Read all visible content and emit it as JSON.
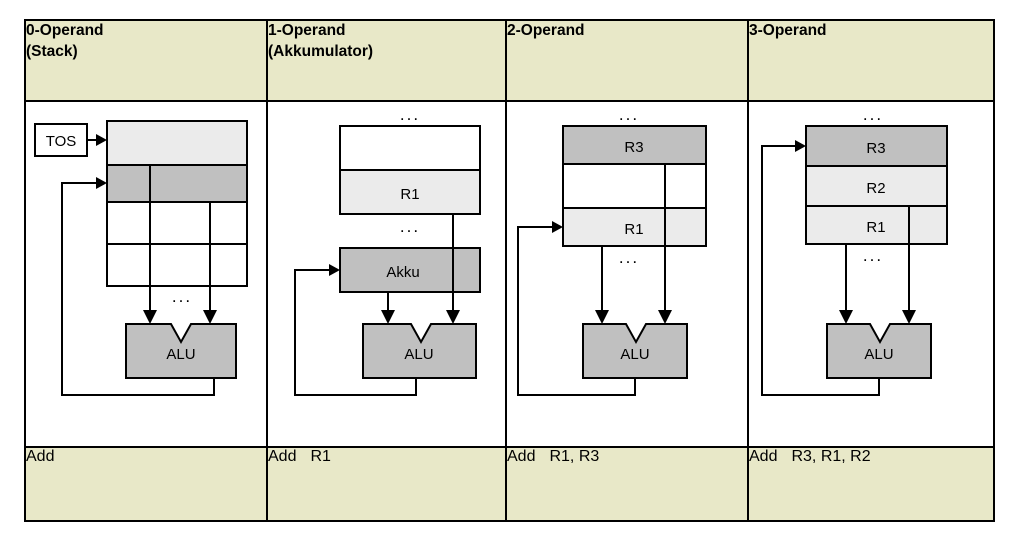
{
  "figure": {
    "title_visible": false,
    "columns": [
      {
        "id": "col-0-operand",
        "header_line1": "0-Operand",
        "header_line2": "(Stack)",
        "instruction_op": "Add",
        "instruction_args": "",
        "pointer_label": "TOS",
        "alu_label": "ALU",
        "ellipsis": "...",
        "cells": []
      },
      {
        "id": "col-1-operand",
        "header_line1": "1-Operand",
        "header_line2": "(Akkumulator)",
        "instruction_op": "Add",
        "instruction_args": "R1",
        "alu_label": "ALU",
        "accumulator_label": "Akku",
        "ellipsis": "...",
        "cells": [
          {
            "label": "",
            "shade": "white"
          },
          {
            "label": "R1",
            "shade": "light"
          }
        ]
      },
      {
        "id": "col-2-operand",
        "header_line1": "2-Operand",
        "header_line2": "",
        "instruction_op": "Add",
        "instruction_args": "R1, R3",
        "alu_label": "ALU",
        "ellipsis": "...",
        "cells": [
          {
            "label": "R3",
            "shade": "dark"
          },
          {
            "label": "",
            "shade": "white"
          },
          {
            "label": "R1",
            "shade": "light"
          }
        ]
      },
      {
        "id": "col-3-operand",
        "header_line1": "3-Operand",
        "header_line2": "",
        "instruction_op": "Add",
        "instruction_args": "R3, R1, R2",
        "alu_label": "ALU",
        "ellipsis": "...",
        "cells": [
          {
            "label": "R3",
            "shade": "dark"
          },
          {
            "label": "R2",
            "shade": "light"
          },
          {
            "label": "R1",
            "shade": "light"
          }
        ]
      }
    ],
    "colors": {
      "header_band": "#e8e8c8",
      "shade_dark": "#c0c0c0",
      "shade_light": "#ebebeb",
      "shade_white": "#ffffff",
      "stroke": "#000000",
      "page_background": "#ffffff"
    }
  }
}
